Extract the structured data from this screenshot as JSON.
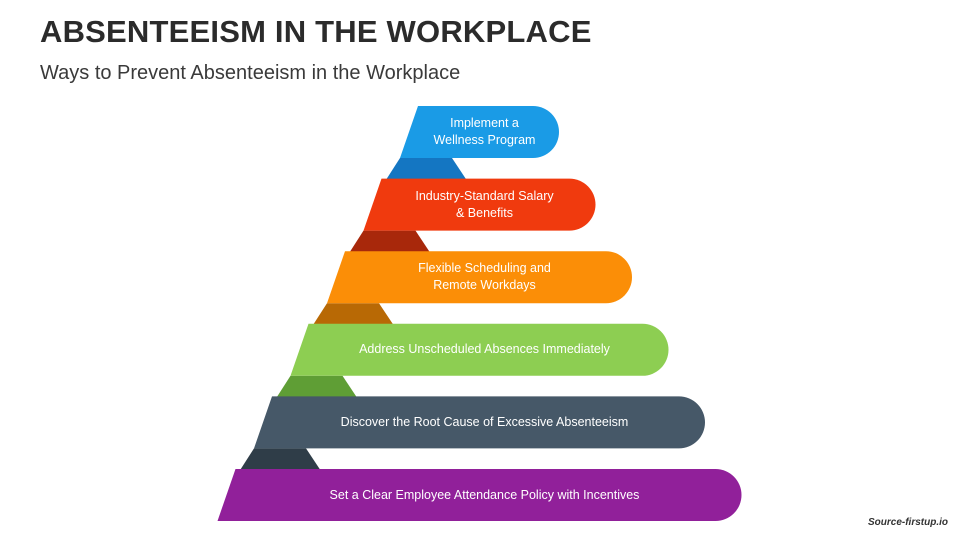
{
  "header": {
    "title": "ABSENTEEISM IN THE WORKPLACE",
    "subtitle": "Ways to Prevent Absenteeism in the Workplace"
  },
  "steps": [
    {
      "label": "Implement a\nWellness Program",
      "color": "#1a9be6",
      "shade": "#1476c2"
    },
    {
      "label": "Industry-Standard Salary\n& Benefits",
      "color": "#f03a0e",
      "shade": "#a8280b"
    },
    {
      "label": "Flexible Scheduling and\nRemote Workdays",
      "color": "#fb8e07",
      "shade": "#b86905"
    },
    {
      "label": "Address Unscheduled Absences Immediately",
      "color": "#8dce52",
      "shade": "#5f9e35"
    },
    {
      "label": "Discover the Root Cause of Excessive Absenteeism",
      "color": "#465868",
      "shade": "#2f3d48"
    },
    {
      "label": "Set a Clear Employee Attendance Policy with Incentives",
      "color": "#91209a",
      "shade": "#5e1464"
    }
  ],
  "footer": {
    "source": "Source-firstup.io"
  }
}
